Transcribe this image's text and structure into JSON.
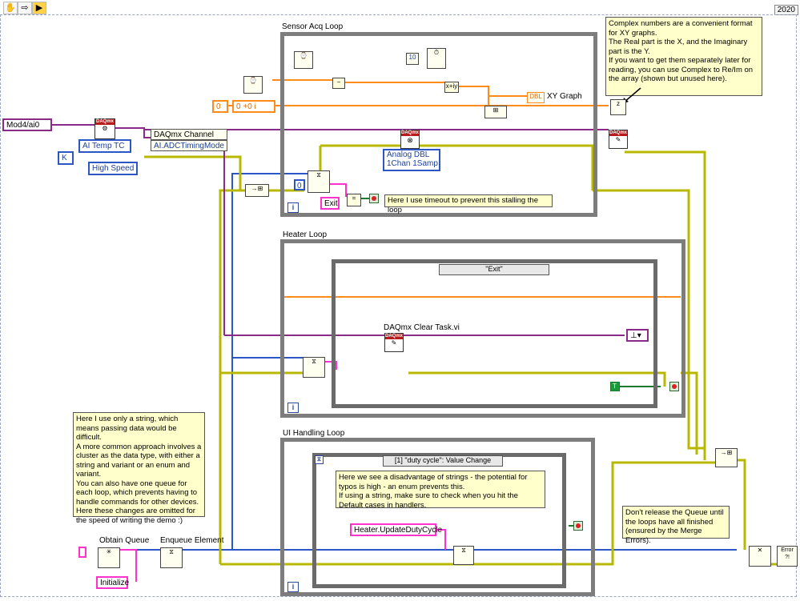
{
  "toolbar": {
    "icons": [
      "highlight-execution-icon",
      "retain-wire-values-icon",
      "step-into-icon"
    ],
    "version_badge": "2020"
  },
  "sensor_loop": {
    "label": "Sensor Acq Loop",
    "wait_constant": "10",
    "numeric_constant": "0",
    "complex_constant": "0 +0 i",
    "graph_label": "XY Graph",
    "polymorphic_selector": "Analog DBL\n1Chan 1Samp",
    "timeout_constant": "0",
    "exit_constant": "Exit",
    "timeout_note": "Here I use timeout to prevent this stalling the loop",
    "iteration": "i"
  },
  "complex_note": "Complex numbers are a convenient format for XY graphs.\nThe Real part is the X, and the Imaginary part is the Y.\nIf you want to get them separately later for reading, you can use Complex to Re/Im on the array (shown but unused here).",
  "channel_setup": {
    "channel_constant": "Mod4/ai0",
    "property_node": "DAQmx Channel",
    "property": "AI.ADCTimingMode",
    "meas_type": "AI Temp TC",
    "units": "K",
    "timing_mode": "High Speed"
  },
  "heater_loop": {
    "label": "Heater Loop",
    "case_selector": "\"Exit\"",
    "clear_task_label": "DAQmx Clear Task.vi",
    "bool_constant": "T",
    "iteration": "i"
  },
  "ui_loop": {
    "label": "UI Handling Loop",
    "event_selector": "[1] \"duty cycle\": Value Change",
    "event_note": "Here we see a disadvantage of strings - the potential for typos is high - an enum prevents this.\nIf using a string, make sure to check when you hit the Default cases in handlers.",
    "command_constant": "Heater.UpdateDutyCycle",
    "iteration": "i"
  },
  "queue_note": "Here I use only a string, which means passing data would be difficult.\nA more common approach involves a cluster as the data type, with either a string and variant or an enum and variant.\nYou can also have one queue for each loop, which prevents having to handle commands for other devices.\nHere these changes are omitted for the speed of writing the demo :)",
  "obtain_queue_label": "Obtain Queue",
  "enqueue_label": "Enqueue Element",
  "initialize_constant": "Initialize",
  "release_note": "Don't release the Queue until the loops have all finished (ensured by the Merge Errors).",
  "error_handler_label": "Error\n?!",
  "colors": {
    "loop_border": "#7d7d7d",
    "error_wire": "#c8c800",
    "task_wire": "#8a2b8a",
    "string_wire": "#ff33cc",
    "queue_wire": "#2a56c6",
    "numeric_wire": "#ff8c1a",
    "note_bg": "#ffffcc"
  }
}
